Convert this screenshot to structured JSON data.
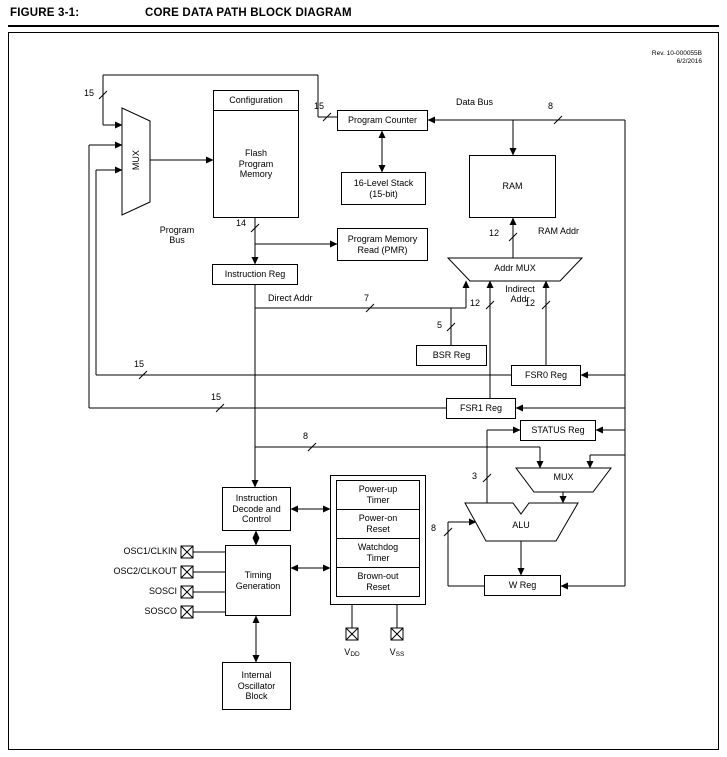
{
  "header": {
    "figure_label": "FIGURE 3-1:",
    "title": "CORE DATA PATH BLOCK DIAGRAM"
  },
  "rev": {
    "line1": "Rev. 10-000055B",
    "line2": "6/2/2016"
  },
  "blocks": {
    "configuration": "Configuration",
    "flash": "Flash\nProgram\nMemory",
    "program_counter": "Program Counter",
    "stack": "16-Level Stack\n(15-bit)",
    "ram": "RAM",
    "pmr": "Program Memory\nRead (PMR)",
    "instruction_reg": "Instruction Reg",
    "bsr_reg": "BSR Reg",
    "fsr0_reg": "FSR0 Reg",
    "fsr1_reg": "FSR1 Reg",
    "status_reg": "STATUS Reg",
    "w_reg": "W Reg",
    "decode": "Instruction\nDecode and\nControl",
    "timing": "Timing\nGeneration",
    "internal_osc": "Internal\nOscillator\nBlock",
    "mux_left": "MUX",
    "addr_mux": "Addr MUX",
    "mux_right": "MUX",
    "alu": "ALU",
    "resets": [
      "Power-up\nTimer",
      "Power-on\nReset",
      "Watchdog\nTimer",
      "Brown-out\nReset"
    ]
  },
  "labels": {
    "data_bus": "Data Bus",
    "program_bus": "Program\nBus",
    "ram_addr": "RAM Addr",
    "direct_addr": "Direct Addr",
    "indirect_addr": "Indirect\nAddr"
  },
  "pins": {
    "osc1": "OSC1/CLKIN",
    "osc2": "OSC2/CLKOUT",
    "sosci": "SOSCI",
    "sosco": "SOSCO",
    "vdd_main": "V",
    "vdd_sub": "DD",
    "vss_main": "V",
    "vss_sub": "SS"
  },
  "widths": {
    "pc_mux": "15",
    "pc": "15",
    "fsr0": "15",
    "fsr1": "15",
    "program_bus": "14",
    "data_bus": "8",
    "ram_addr": "12",
    "direct": "7",
    "bsr": "5",
    "fsr1_addr": "12",
    "fsr0_addr": "12",
    "literal": "8",
    "flags": "3",
    "w_alu": "8"
  }
}
